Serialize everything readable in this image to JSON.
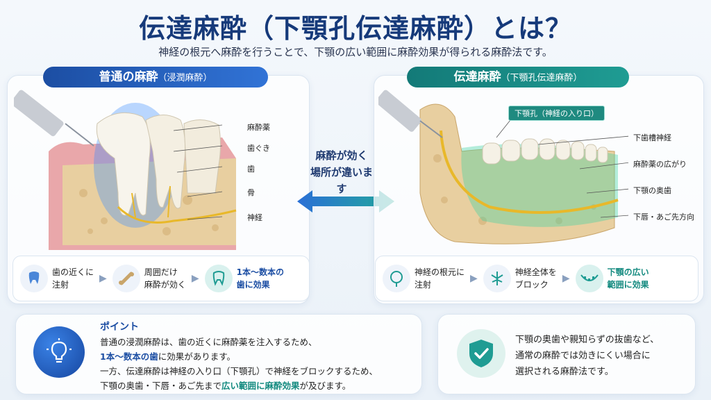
{
  "title": "伝達麻酔（下顎孔伝達麻酔）とは？",
  "subtitle": "神経の根元へ麻酔を行うことで、下顎の広い範囲に麻酔効果が得られる麻酔法です。",
  "left": {
    "pill_main": "普通の麻酔",
    "pill_sub": "（浸潤麻酔）",
    "labels": [
      "麻酔薬",
      "歯ぐき",
      "歯",
      "骨",
      "神経"
    ],
    "steps": [
      {
        "icon": "tooth-injection-icon",
        "text": "歯の近くに\n注射"
      },
      {
        "icon": "bone-icon",
        "text": "周囲だけ\n麻酔が効く"
      },
      {
        "icon": "tooth-icon",
        "text": "1本〜数本の\n歯に効果"
      }
    ]
  },
  "center": {
    "text": "麻酔が効く\n場所が違います"
  },
  "right": {
    "pill_main": "伝達麻酔",
    "pill_sub": "（下顎孔伝達麻酔）",
    "callout": "下顎孔（神経の入り口）",
    "labels": [
      "下歯槽神経",
      "麻酔薬の広がり",
      "下顎の奥歯",
      "下唇・あご先方向"
    ],
    "steps": [
      {
        "icon": "brain-nerve-icon",
        "text": "神経の根元に\n注射"
      },
      {
        "icon": "nerve-block-icon",
        "text": "神経全体を\nブロック"
      },
      {
        "icon": "jaw-teeth-icon",
        "text": "下顎の広い\n範囲に効果"
      }
    ]
  },
  "point": {
    "title": "ポイント",
    "line1": "普通の浸潤麻酔は、歯の近くに麻酔薬を注入するため、",
    "line2_hl": "1本〜数本の歯",
    "line2_rest": "に効果があります。",
    "line3": "一方、伝達麻酔は神経の入り口（下顎孔）で神経をブロックするため、",
    "line4_pre": "下顎の奥歯・下唇・あご先まで",
    "line4_hl": "広い範囲に麻酔効果",
    "line4_rest": "が及びます。"
  },
  "note": {
    "line1": "下顎の奥歯や親知らずの抜歯など、",
    "line2": "通常の麻酔では効きにくい場合に",
    "line3": "選択される麻酔法です。"
  },
  "colors": {
    "blue": "#1c4ea3",
    "teal": "#138a7f",
    "navy": "#163a7a"
  }
}
